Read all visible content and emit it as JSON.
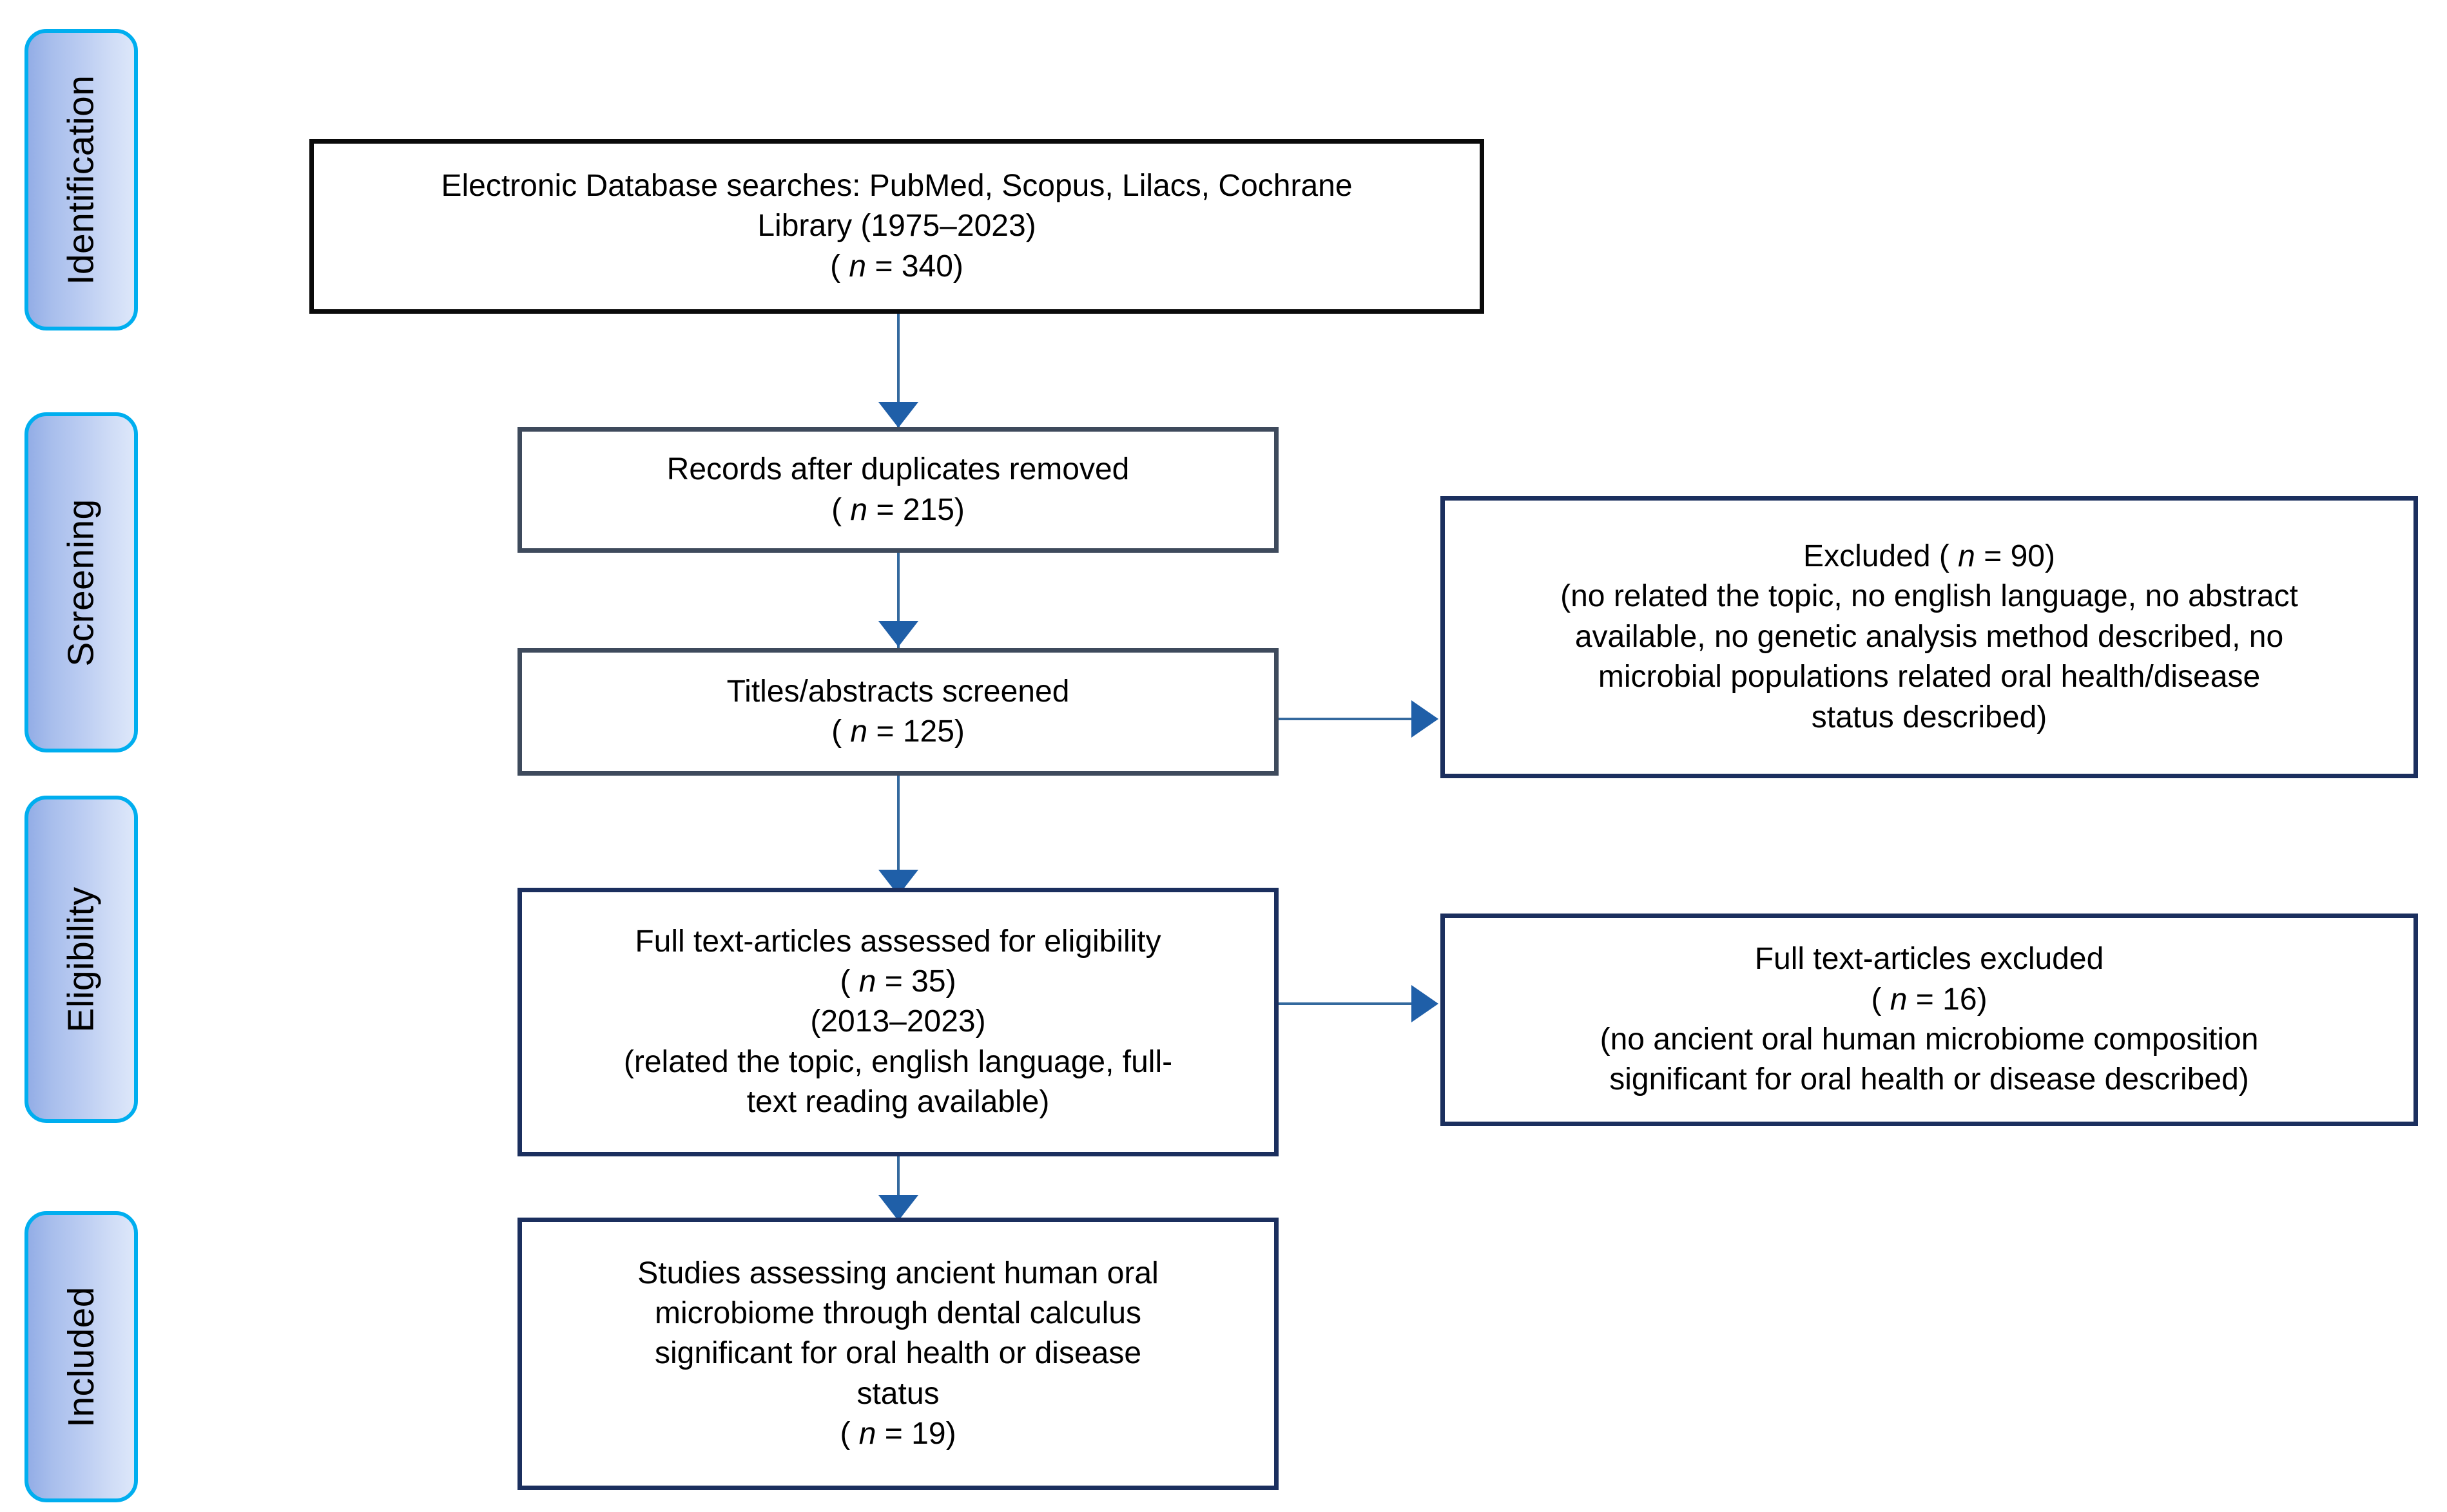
{
  "diagram": {
    "title": "PRISMA flow diagram",
    "colors": {
      "badge_border": "#00AEEF",
      "badge_fill_dark": "#93ADE6",
      "badge_fill_light": "#DDE7FA",
      "box_border_black": "#0A0A0A",
      "box_border_slate": "#3E4A5C",
      "box_border_navy": "#1B2F5E",
      "connector_line": "#34699E",
      "arrow_head": "#1F5FA8",
      "text": "#000000",
      "background": "#FFFFFF"
    }
  },
  "stages": [
    {
      "id": "identification",
      "label": "Identification"
    },
    {
      "id": "screening",
      "label": "Screening"
    },
    {
      "id": "eligibility",
      "label": "Eligibility"
    },
    {
      "id": "included",
      "label": "Included"
    }
  ],
  "boxes": {
    "identification": {
      "line1": "Electronic Database searches: PubMed, Scopus, Lilacs, Cochrane",
      "line2": "Library (1975–2023)",
      "count_open": "( ",
      "count_n": "n",
      "count_value": " = 340)"
    },
    "duplicates_removed": {
      "line1": "Records after duplicates removed",
      "count_open": "( ",
      "count_n": "n",
      "count_value": " = 215)"
    },
    "screened": {
      "line1": "Titles/abstracts screened",
      "count_open": "( ",
      "count_n": "n",
      "count_value": " = 125)"
    },
    "excluded_screening": {
      "line1_prefix": "Excluded ( ",
      "line1_n": "n",
      "line1_suffix": " = 90)",
      "line2": "(no related the topic, no english language, no abstract",
      "line3": "available, no genetic analysis method described, no",
      "line4": "microbial populations related oral health/disease",
      "line5": "status described)"
    },
    "eligibility": {
      "line1": "Full text-articles assessed for eligibility",
      "count_open": "( ",
      "count_n": "n",
      "count_value": " = 35)",
      "line3": "(2013–2023)",
      "line4": "(related the topic, english language, full-",
      "line5": "text reading available)"
    },
    "excluded_fulltext": {
      "line1": "Full text-articles excluded",
      "count_open": "( ",
      "count_n": "n",
      "count_value": " = 16)",
      "line3": "(no ancient oral human microbiome composition",
      "line4": "significant for oral health or disease described)"
    },
    "included": {
      "line1": "Studies assessing ancient human oral",
      "line2": "microbiome through dental calculus",
      "line3": "significant for oral health or disease",
      "line4": "status",
      "count_open": "( ",
      "count_n": "n",
      "count_value": " = 19)"
    }
  }
}
